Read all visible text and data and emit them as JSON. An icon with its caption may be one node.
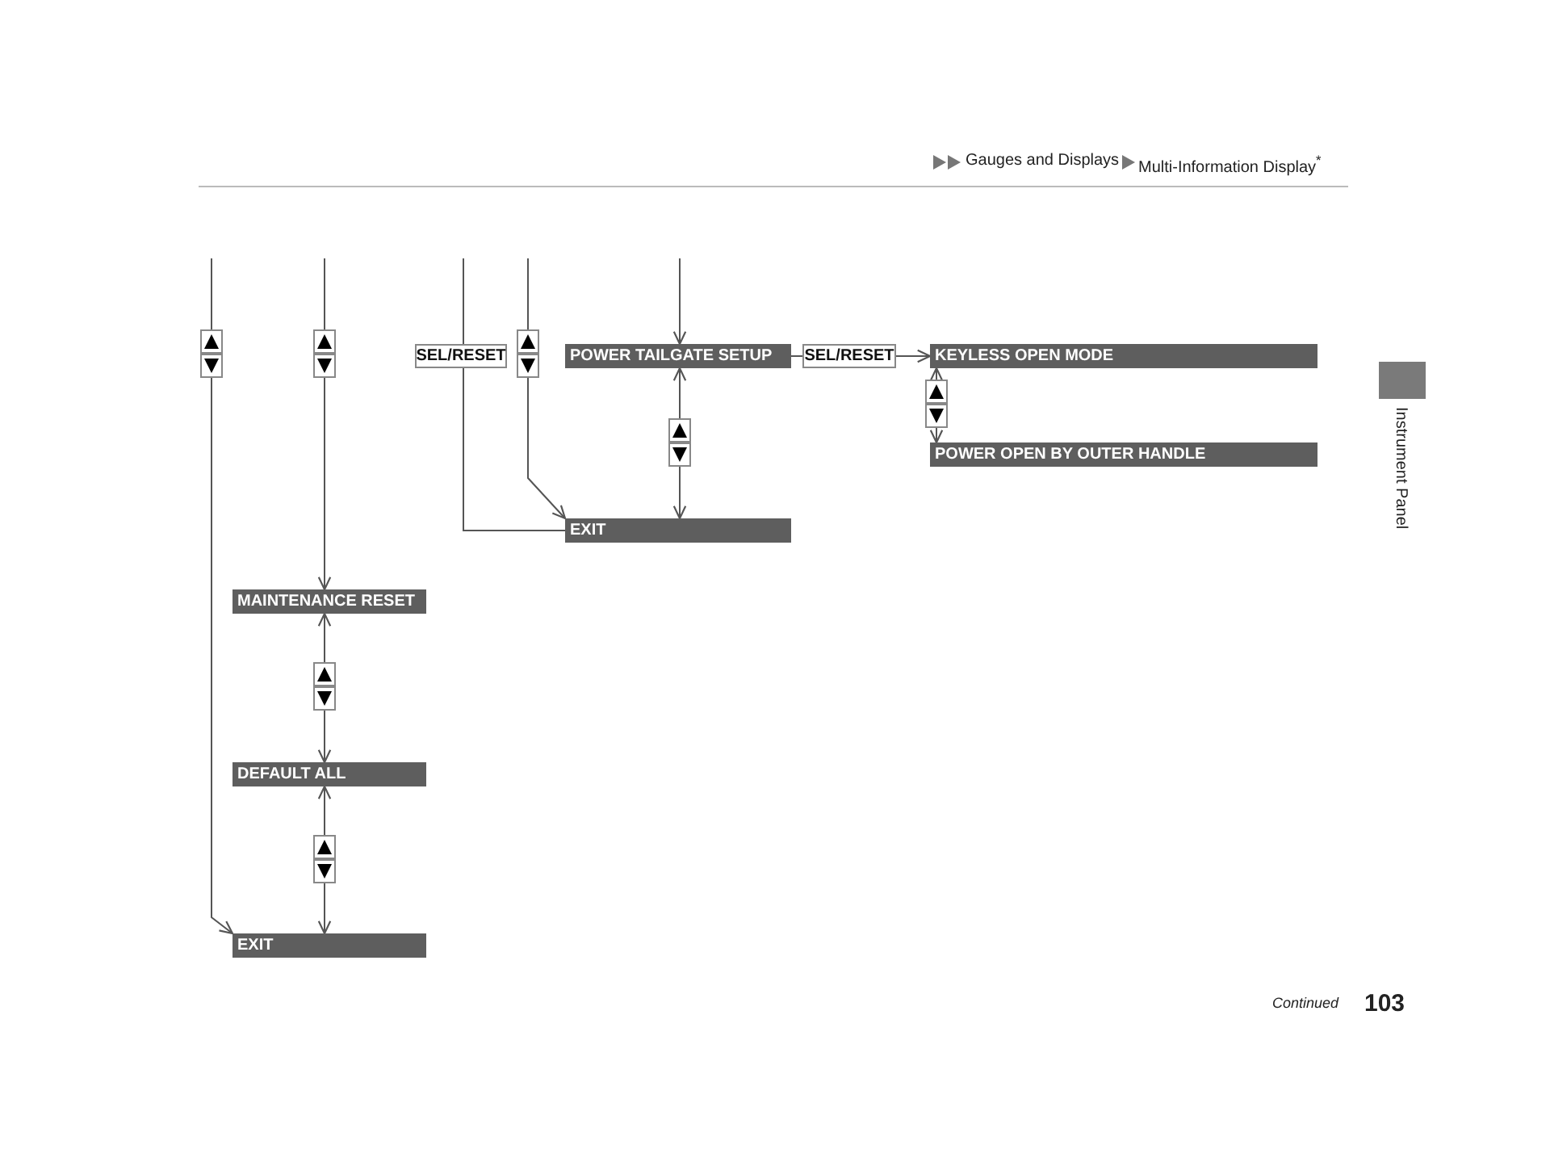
{
  "diagram": {
    "nodes": [
      {
        "text": [
          "POWER TAILGATE SETUP"
        ]
      },
      {
        "text": [
          "SEL/RESET"
        ]
      },
      {
        "text": [
          "KEYLESS OPEN MODE"
        ]
      },
      {
        "text": [
          "POWER OPEN BY OUTER HANDLE"
        ]
      },
      {
        "text": [
          "EXIT"
        ]
      },
      {
        "text": [
          "SEL/RESET"
        ]
      },
      {
        "text": [
          "MAINTENANCE RESET"
        ]
      },
      {
        "text": [
          "DEFAULT ALL"
        ]
      },
      {
        "text": [
          "EXIT"
        ]
      }
    ],
    "edges": [
      {
        "from": null,
        "to": 0,
        "arrow": "to"
      },
      {
        "from": 0,
        "to": 4,
        "arrow": "both"
      },
      {
        "from": 0,
        "to": 1,
        "arrow": "none"
      },
      {
        "from": 1,
        "to": 2,
        "arrow": "to"
      },
      {
        "from": 2,
        "to": 3,
        "arrow": "both"
      },
      {
        "from": null,
        "to": 4,
        "arrow": "to"
      },
      {
        "from": null,
        "to": 5,
        "arrow": "none"
      },
      {
        "from": 5,
        "to": 4,
        "arrow": "none"
      },
      {
        "from": null,
        "to": 6,
        "arrow": "to"
      },
      {
        "from": 6,
        "to": 7,
        "arrow": "both"
      },
      {
        "from": 7,
        "to": 8,
        "arrow": "both"
      },
      {
        "from": null,
        "to": 8,
        "arrow": "to"
      }
    ],
    "labels": [
      "Gauges and Displays",
      "Multi-Information Display$^{*}$",
      "Instrument Panel",
      "Continued",
      "103"
    ]
  }
}
